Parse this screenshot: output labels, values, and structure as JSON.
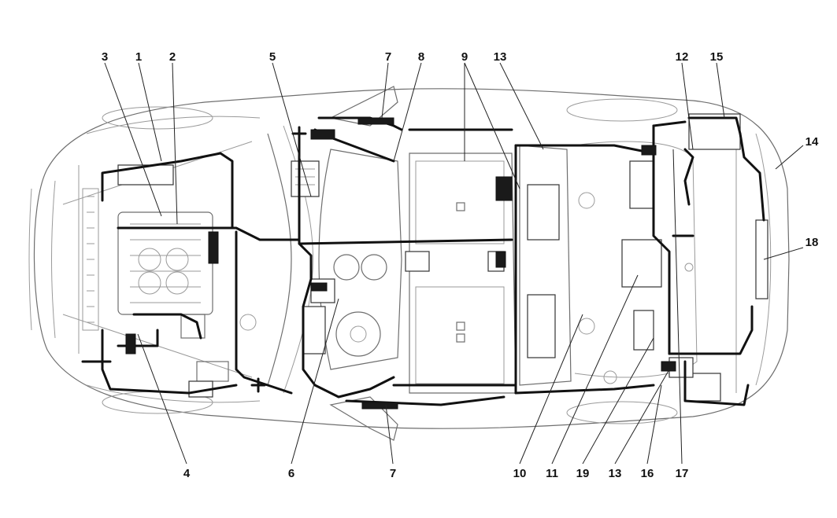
{
  "callouts": [
    {
      "id": "c3",
      "text": "3"
    },
    {
      "id": "c1",
      "text": "1"
    },
    {
      "id": "c2",
      "text": "2"
    },
    {
      "id": "c5",
      "text": "5"
    },
    {
      "id": "c7t",
      "text": "7"
    },
    {
      "id": "c8",
      "text": "8"
    },
    {
      "id": "c9",
      "text": "9"
    },
    {
      "id": "c13t",
      "text": "13"
    },
    {
      "id": "c12",
      "text": "12"
    },
    {
      "id": "c15",
      "text": "15"
    },
    {
      "id": "c14",
      "text": "14"
    },
    {
      "id": "c18",
      "text": "18"
    },
    {
      "id": "c4",
      "text": "4"
    },
    {
      "id": "c6",
      "text": "6"
    },
    {
      "id": "c7b",
      "text": "7"
    },
    {
      "id": "c10",
      "text": "10"
    },
    {
      "id": "c11",
      "text": "11"
    },
    {
      "id": "c19",
      "text": "19"
    },
    {
      "id": "c13b",
      "text": "13"
    },
    {
      "id": "c16",
      "text": "16"
    },
    {
      "id": "c17",
      "text": "17"
    }
  ]
}
